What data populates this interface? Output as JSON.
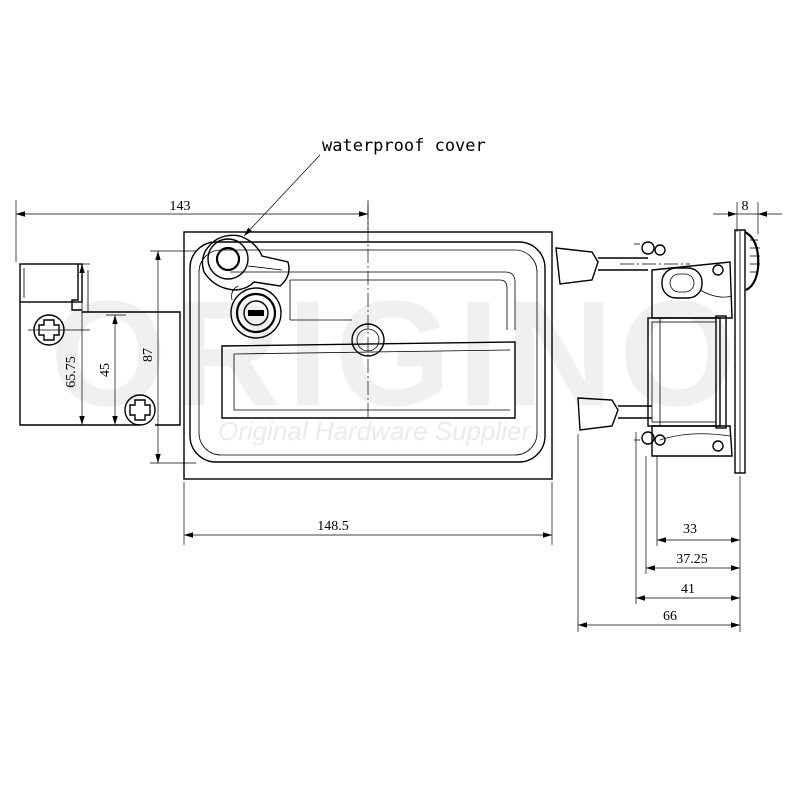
{
  "watermark": {
    "brand": "ORIGINO",
    "tagline": "Original Hardware Supplier"
  },
  "callout": {
    "label": "waterproof cover"
  },
  "dimensions": {
    "overall_width": "143",
    "plate_width": "148.5",
    "height_87": "87",
    "height_45": "45",
    "height_65_75": "65.75",
    "depth_8": "8",
    "depth_33": "33",
    "depth_37_25": "37.25",
    "depth_41": "41",
    "depth_66": "66"
  }
}
